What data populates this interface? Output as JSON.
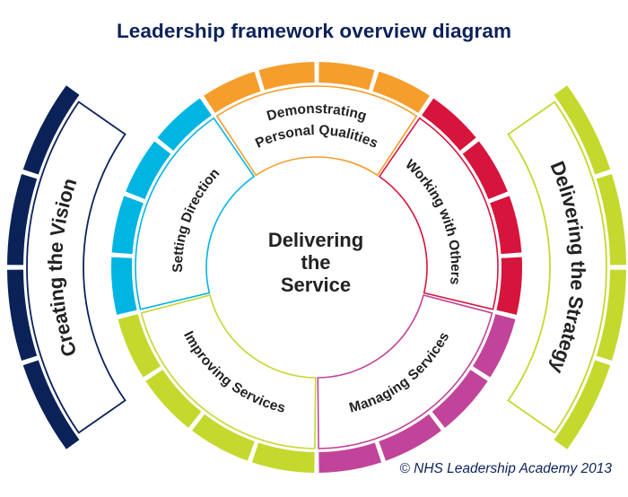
{
  "title": "Leadership framework overview diagram",
  "copyright": "© NHS Leadership Academy 2013",
  "center": {
    "lines": [
      "Delivering",
      "the",
      "Service"
    ]
  },
  "sections": [
    {
      "id": "demonstrating-personal-qualities",
      "label_lines": [
        "Demonstrating",
        "Personal Qualities"
      ],
      "color": "#f59e2c",
      "tabs": 4
    },
    {
      "id": "working-with-others",
      "label_lines": [
        "Working with Others"
      ],
      "color": "#d7143c",
      "tabs": 4
    },
    {
      "id": "managing-services",
      "label_lines": [
        "Managing Services"
      ],
      "color": "#c2449a",
      "tabs": 4
    },
    {
      "id": "improving-services",
      "label_lines": [
        "Improving Services"
      ],
      "color": "#c5d82e",
      "tabs": 4
    },
    {
      "id": "setting-direction",
      "label_lines": [
        "Setting Direction"
      ],
      "color": "#00b5e2",
      "tabs": 4
    }
  ],
  "outer_arcs": [
    {
      "id": "creating-the-vision",
      "label": "Creating the Vision",
      "color": "#0b2259",
      "side": "left",
      "tabs": 4
    },
    {
      "id": "delivering-the-strategy",
      "label": "Delivering the Strategy",
      "color": "#c5d82e",
      "side": "right",
      "tabs": 4
    }
  ]
}
